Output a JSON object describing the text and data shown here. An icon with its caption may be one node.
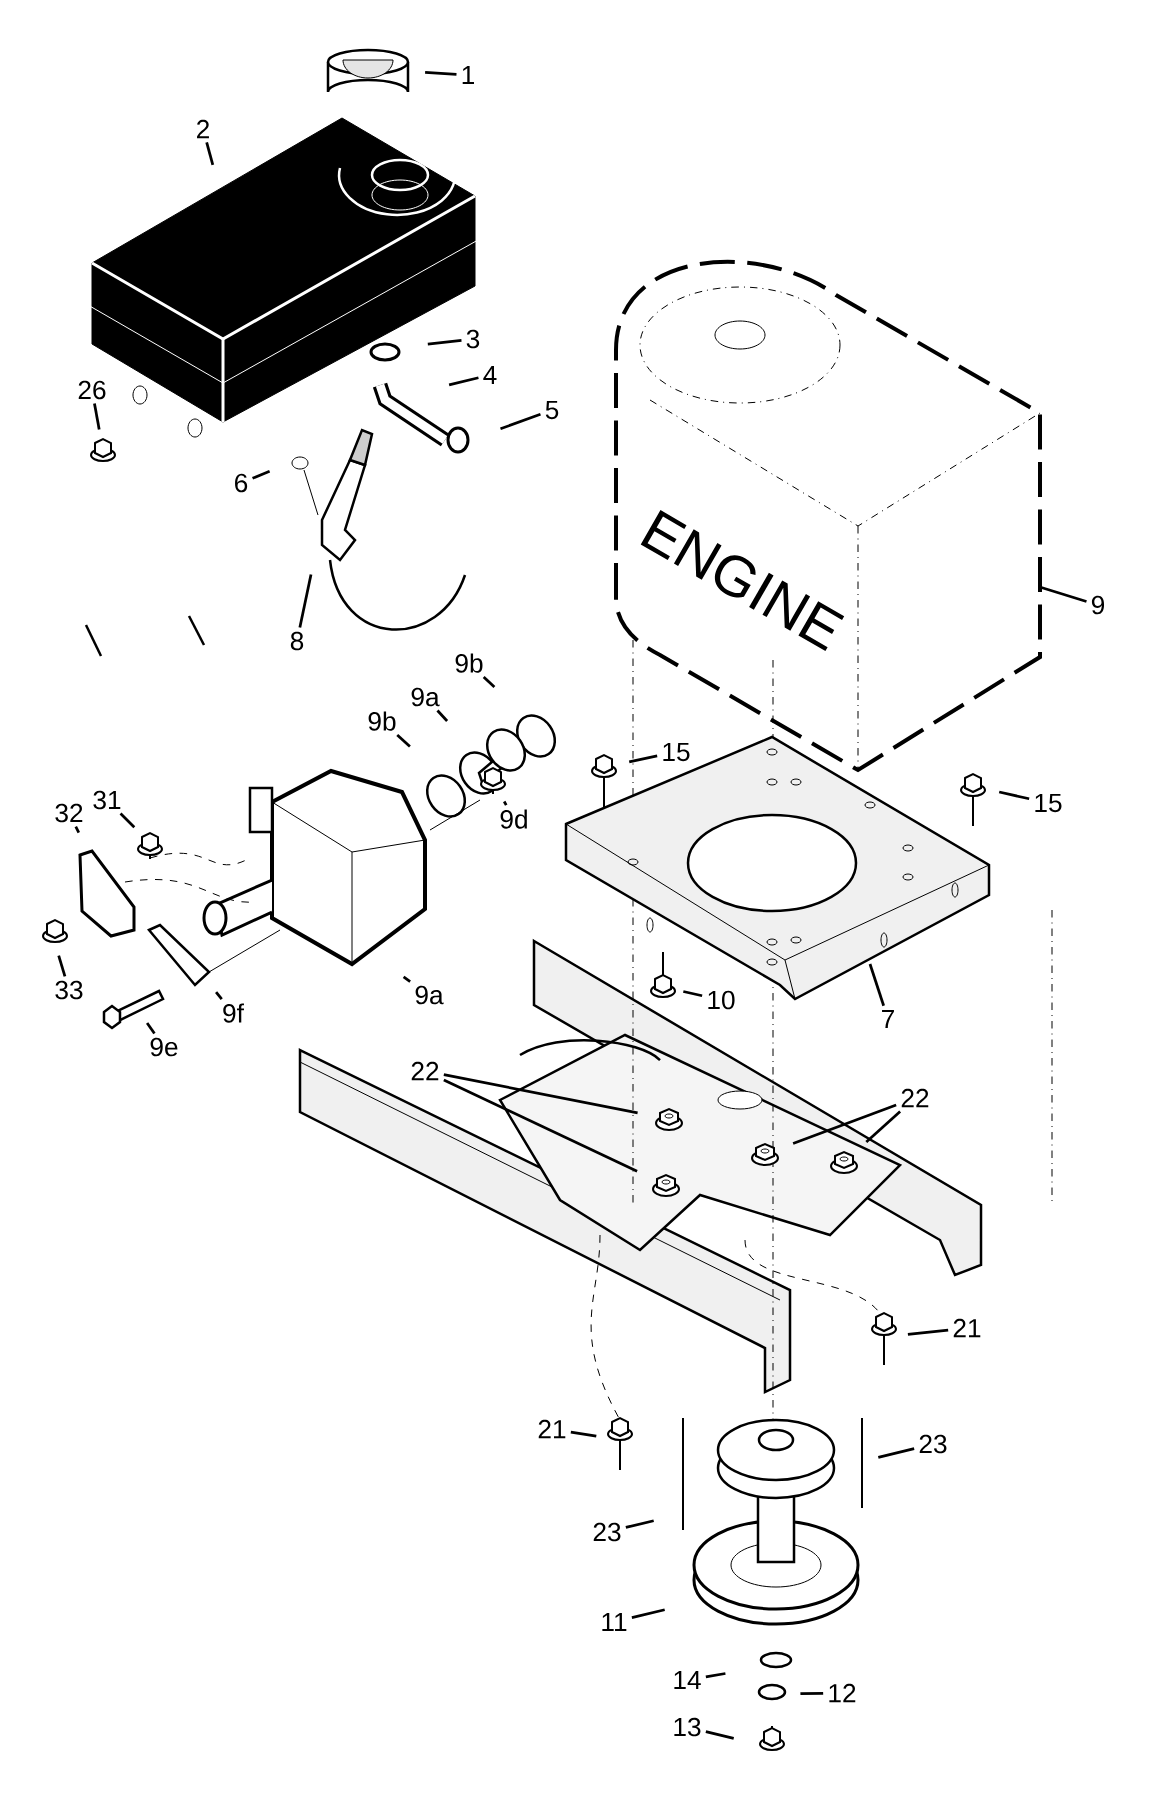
{
  "diagram": {
    "nodes": [
      {
        "text": [
          "1"
        ]
      },
      {
        "text": [
          "2"
        ]
      },
      {
        "text": [
          "3"
        ]
      },
      {
        "text": [
          "4"
        ]
      },
      {
        "text": [
          "5"
        ]
      },
      {
        "text": [
          "26"
        ]
      },
      {
        "text": [
          "6"
        ]
      },
      {
        "text": [
          "8"
        ]
      },
      {
        "text": [
          "ENGINE"
        ]
      },
      {
        "text": [
          "9"
        ]
      },
      {
        "text": [
          "9b"
        ]
      },
      {
        "text": [
          "9a"
        ]
      },
      {
        "text": [
          "9b"
        ]
      },
      {
        "text": [
          "15"
        ]
      },
      {
        "text": [
          "15"
        ]
      },
      {
        "text": [
          "31"
        ]
      },
      {
        "text": [
          "32"
        ]
      },
      {
        "text": [
          "9d"
        ]
      },
      {
        "text": [
          "33"
        ]
      },
      {
        "text": [
          "9a"
        ]
      },
      {
        "text": [
          "10"
        ]
      },
      {
        "text": [
          "7"
        ]
      },
      {
        "text": [
          "9f"
        ]
      },
      {
        "text": [
          "9e"
        ]
      },
      {
        "text": [
          "22"
        ]
      },
      {
        "text": [
          "22"
        ]
      },
      {
        "text": [
          "21"
        ]
      },
      {
        "text": [
          "21"
        ]
      },
      {
        "text": [
          "23"
        ]
      },
      {
        "text": [
          "23"
        ]
      },
      {
        "text": [
          "11"
        ]
      },
      {
        "text": [
          "14"
        ]
      },
      {
        "text": [
          "12"
        ]
      },
      {
        "text": [
          "13"
        ]
      },
      {
        "text": [],
        "shape": "picture"
      }
    ],
    "edges": [
      {
        "from": 0,
        "to": null,
        "arrow": "none"
      },
      {
        "from": 1,
        "to": null,
        "arrow": "none"
      },
      {
        "from": 2,
        "to": null,
        "arrow": "none"
      },
      {
        "from": 3,
        "to": null,
        "arrow": "none"
      },
      {
        "from": 4,
        "to": null,
        "arrow": "none"
      },
      {
        "from": 5,
        "to": null,
        "arrow": "none"
      },
      {
        "from": 6,
        "to": null,
        "arrow": "none"
      },
      {
        "from": 7,
        "to": null,
        "arrow": "none"
      },
      {
        "from": 9,
        "to": 8,
        "arrow": "none"
      },
      {
        "from": 10,
        "to": null,
        "arrow": "none"
      },
      {
        "from": 11,
        "to": null,
        "arrow": "none"
      },
      {
        "from": 12,
        "to": null,
        "arrow": "none"
      },
      {
        "from": 13,
        "to": null,
        "arrow": "none"
      },
      {
        "from": 14,
        "to": null,
        "arrow": "none"
      },
      {
        "from": 15,
        "to": null,
        "arrow": "none"
      },
      {
        "from": 16,
        "to": null,
        "arrow": "none"
      },
      {
        "from": 17,
        "to": null,
        "arrow": "none"
      },
      {
        "from": 18,
        "to": null,
        "arrow": "none"
      },
      {
        "from": 19,
        "to": null,
        "arrow": "none"
      },
      {
        "from": 20,
        "to": null,
        "arrow": "none"
      },
      {
        "from": 21,
        "to": 34,
        "arrow": "none"
      },
      {
        "from": 22,
        "to": null,
        "arrow": "none"
      },
      {
        "from": 23,
        "to": null,
        "arrow": "none"
      },
      {
        "from": 24,
        "to": null,
        "arrow": "none"
      },
      {
        "from": 24,
        "to": null,
        "arrow": "none"
      },
      {
        "from": 25,
        "to": null,
        "arrow": "none"
      },
      {
        "from": 25,
        "to": null,
        "arrow": "none"
      },
      {
        "from": 26,
        "to": null,
        "arrow": "none"
      },
      {
        "from": 27,
        "to": null,
        "arrow": "none"
      },
      {
        "from": 28,
        "to": null,
        "arrow": "none"
      },
      {
        "from": 29,
        "to": null,
        "arrow": "none"
      },
      {
        "from": 30,
        "to": null,
        "arrow": "none"
      },
      {
        "from": 31,
        "to": null,
        "arrow": "none"
      },
      {
        "from": 32,
        "to": null,
        "arrow": "none"
      },
      {
        "from": 33,
        "to": null,
        "arrow": "none"
      }
    ]
  }
}
